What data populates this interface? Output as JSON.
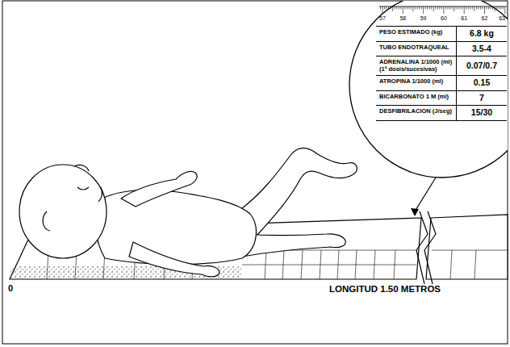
{
  "diagram": {
    "nodes": [
      {
        "text": [
          "PESO ESTIMADO (kg)",
          "6.8 kg"
        ]
      },
      {
        "text": [
          "TUBO ENDOTRAQUEAL",
          "3.5-4"
        ]
      },
      {
        "text": [
          "ADRENALINA 1/1000 (ml) (1ª dosis/sucesivas)",
          "0.07/0.7"
        ]
      },
      {
        "text": [
          "ATROPINA 1/1000 (ml)",
          "0.15"
        ]
      },
      {
        "text": [
          "BICARBONATO 1 M (ml)",
          "7"
        ]
      },
      {
        "text": [
          "DESFIBRILACION (J/seg)",
          "15/30"
        ]
      }
    ],
    "labels": [
      "57",
      "58",
      "59",
      "60",
      "61",
      "62",
      "63",
      "0",
      "LONGITUD 1.50 METROS"
    ]
  }
}
